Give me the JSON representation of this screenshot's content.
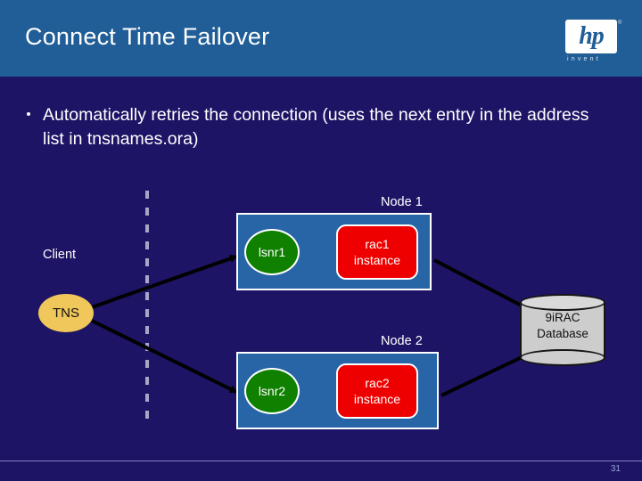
{
  "slide": {
    "title": "Connect Time Failover",
    "page_number": "31",
    "colors": {
      "header_blue": "#215d96",
      "body_navy": "#1e1466",
      "node_blue": "#2765a6",
      "listener_green": "#108000",
      "instance_red": "#ef0000",
      "tns_gold": "#f0c75a",
      "database_gray": "#cdcdcd",
      "divider_gray": "#a8a6c4"
    }
  },
  "logo": {
    "letters": "hp",
    "registered": "®",
    "tagline": "invent"
  },
  "bullets": [
    "Automatically retries the connection (uses the next entry in the address list in tnsnames.ora)"
  ],
  "diagram": {
    "client": {
      "label": "Client",
      "tns": "TNS"
    },
    "divider": "client-server-boundary",
    "nodes": [
      {
        "label": "Node 1",
        "listener": "lsnr1",
        "instance_line1": "rac1",
        "instance_line2": "instance"
      },
      {
        "label": "Node 2",
        "listener": "lsnr2",
        "instance_line1": "rac2",
        "instance_line2": "instance"
      }
    ],
    "database": {
      "line1": "9iRAC",
      "line2": "Database"
    }
  }
}
